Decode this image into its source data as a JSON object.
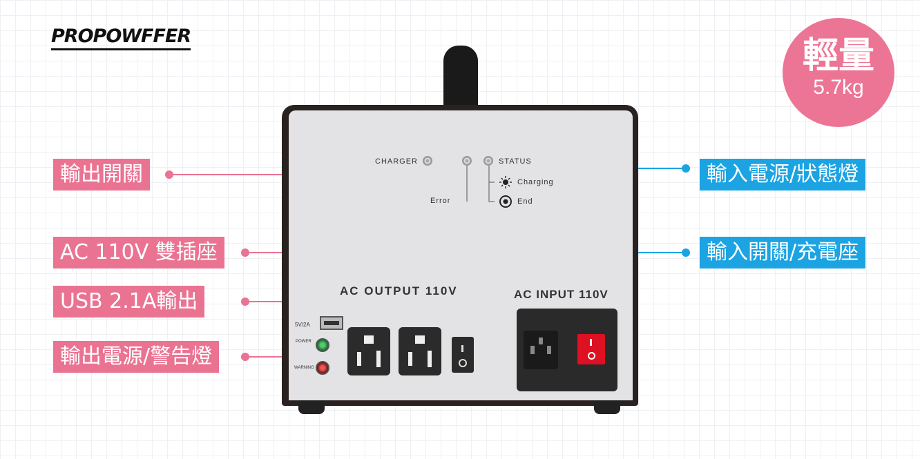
{
  "brand": {
    "logo": "PROPOWFFER"
  },
  "badge": {
    "title": "輕量",
    "weight": "5.7kg"
  },
  "labels_left": {
    "output_switch": "輸出開關",
    "ac_outlet": "AC 110V 雙插座",
    "usb": "USB 2.1A輸出",
    "output_led": "輸出電源/警告燈"
  },
  "labels_right": {
    "input_status": "輸入電源/狀態燈",
    "input_switch": "輸入開關/充電座"
  },
  "panel": {
    "charger": "CHARGER",
    "status": "STATUS",
    "charging": "Charging",
    "end": "End",
    "error": "Error",
    "ac_output": "AC OUTPUT 110V",
    "ac_input": "AC INPUT 110V",
    "usb_rating": "5V/2A",
    "power": "POWER",
    "warning": "WARNING"
  },
  "colors": {
    "pink": "#ea7392",
    "blue": "#1ba3e2",
    "badge": "#ec7494"
  },
  "icons": [
    "sun-icon",
    "ring-icon",
    "power-switch-icon",
    "outlet-icon",
    "usb-port-icon"
  ]
}
